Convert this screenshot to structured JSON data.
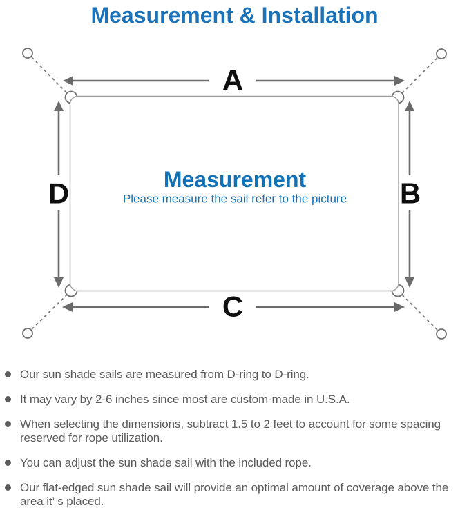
{
  "title": "Measurement & Installation",
  "diagram": {
    "labels": {
      "top": "A",
      "right": "B",
      "bottom": "C",
      "left": "D"
    },
    "center_title": "Measurement",
    "center_subtitle": "Please measure the sail refer to the picture",
    "colors": {
      "accent_blue": "#1b72b8",
      "center_blue": "#1272b8",
      "outline_gray": "#9c9c9c",
      "arrow_gray": "#6b6b6b",
      "text_gray": "#5a5a5a",
      "label_black": "#0f0f0f"
    }
  },
  "notes": {
    "items": [
      "Our sun shade sails are measured from D-ring to D-ring.",
      "It may vary by 2-6 inches since most are custom-made in U.S.A.",
      "When selecting the dimensions, subtract 1.5 to 2 feet to account for some spacing reserved for rope utilization.",
      "You can adjust the sun shade sail with the included rope.",
      "Our flat-edged sun shade sail will provide an optimal amount of coverage above the area it’ s placed."
    ]
  }
}
